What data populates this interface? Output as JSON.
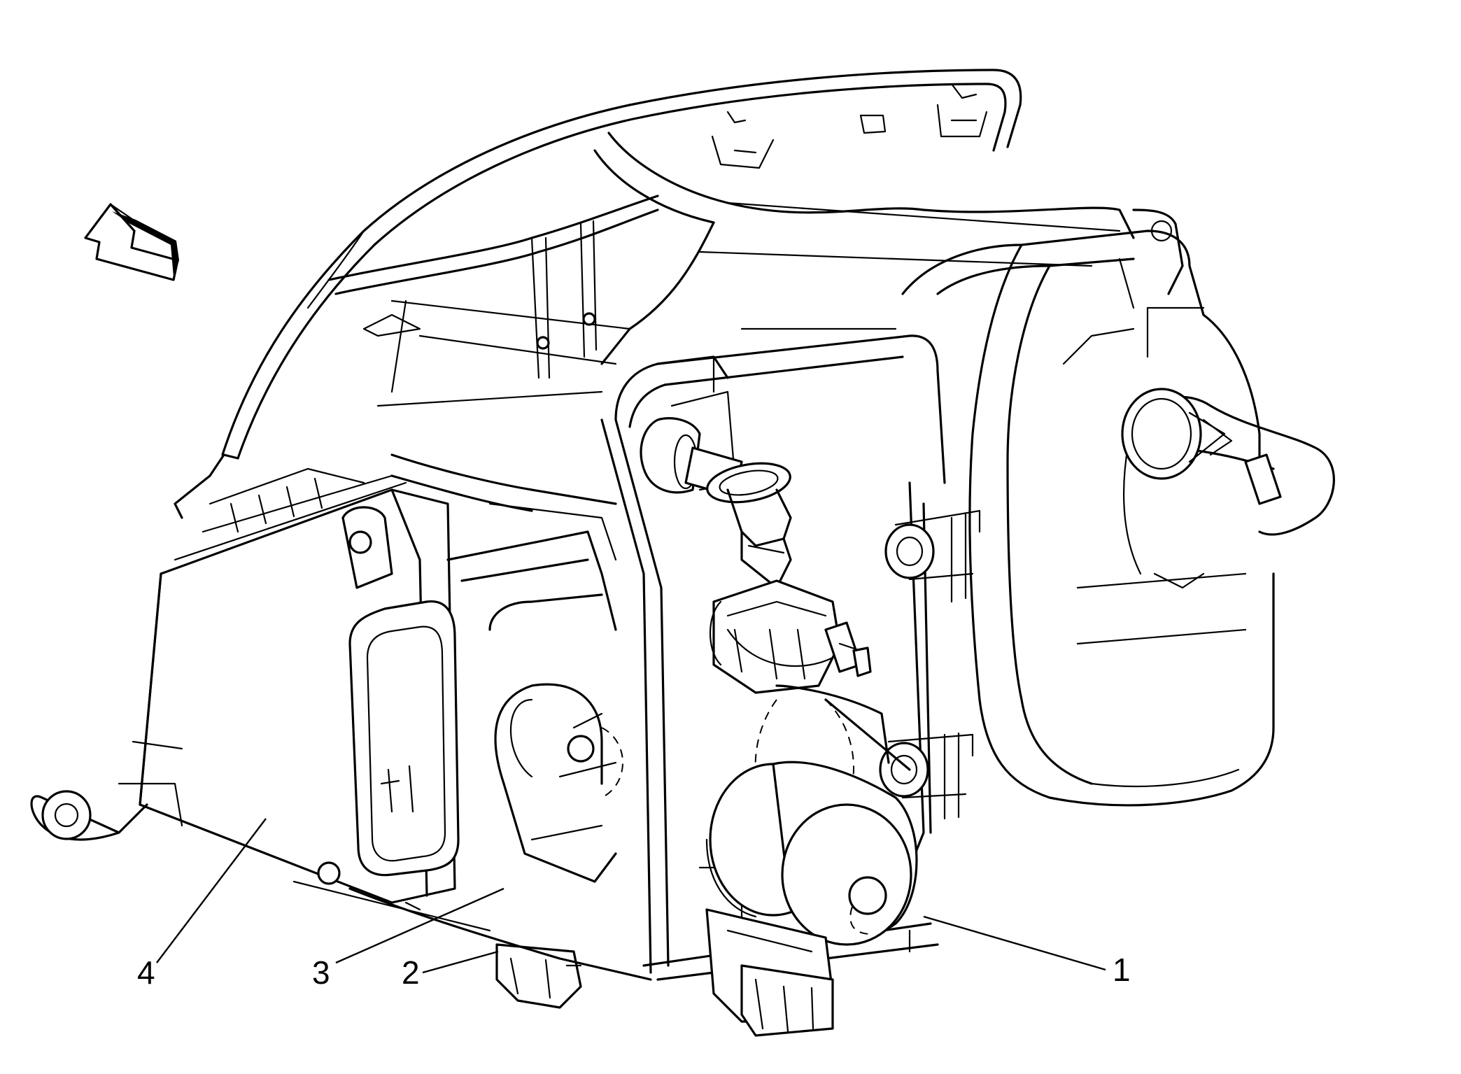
{
  "figure": {
    "background": "#ffffff",
    "line_color": "#000000",
    "direction_arrow": "arrow-icon",
    "callouts": [
      {
        "label": "1"
      },
      {
        "label": "2"
      },
      {
        "label": "3"
      },
      {
        "label": "4"
      }
    ]
  }
}
